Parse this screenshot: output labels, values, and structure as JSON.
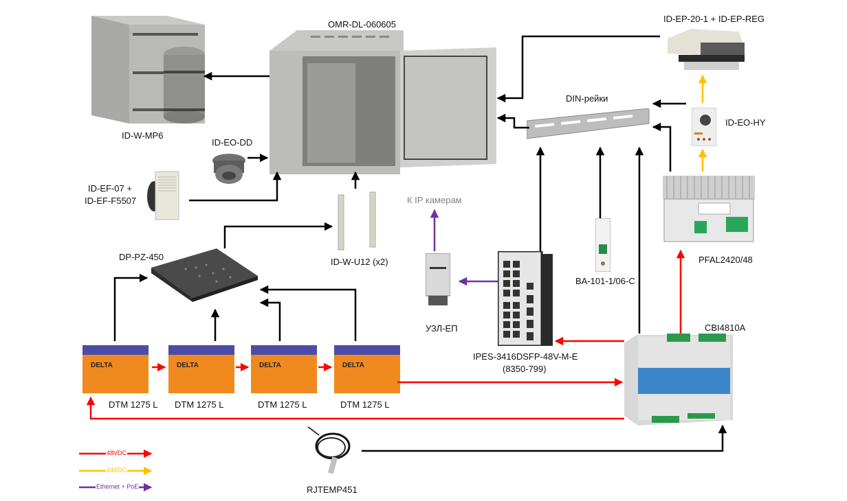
{
  "diagram": {
    "colors": {
      "dc48": "#ff0000",
      "dc24": "#ffc000",
      "ethernet": "#7030a0",
      "mechanical": "#000000",
      "note_text": "#7f7f7f"
    },
    "components": {
      "mounting_kit": "ID-W-MP6",
      "enclosure": "OMR-DL-060605",
      "drain": "ID-EO-DD",
      "fan_filter_line1": "ID-EF-07 +",
      "fan_filter_line2": "ID-EF-F5507",
      "shelf": "DP-PZ-450",
      "rails": "ID-W-U12 (x2)",
      "ip_cameras_note": "К  IP камерам",
      "poe_protector": "УЗЛ-ЕП",
      "switch_line1": "IPES-3416DSFP-48V-M-E",
      "switch_line2": "(8350-799)",
      "breaker": "BA-101-1/06-C",
      "din_rails": "DIN-рейки",
      "peltier_cooler": "ID-EP-20-1 + ID-EP-REG",
      "hygrostat": "ID-EO-HY",
      "dc_converter": "PFAL2420/48",
      "ups_charger": "CBI4810A",
      "battery_1": "DTM 1275 L",
      "battery_2": "DTM 1275 L",
      "battery_3": "DTM 1275 L",
      "battery_4": "DTM 1275 L",
      "temp_sensor": "RJTEMP451"
    },
    "legend": [
      {
        "label": "48VDC",
        "color": "#ff0000"
      },
      {
        "label": "24VDC",
        "color": "#ffc000"
      },
      {
        "label": "Ethernet + PoE",
        "color": "#7030a0"
      }
    ]
  }
}
